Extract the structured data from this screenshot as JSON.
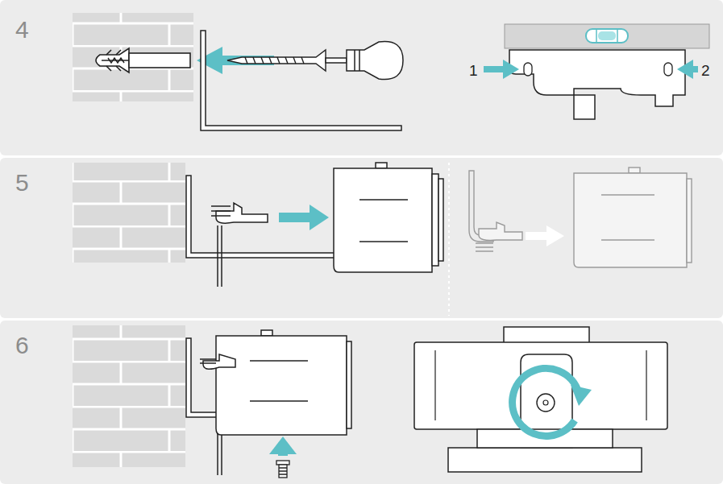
{
  "diagram": {
    "labels": [
      "4",
      "1",
      "2",
      "5",
      "6"
    ]
  }
}
